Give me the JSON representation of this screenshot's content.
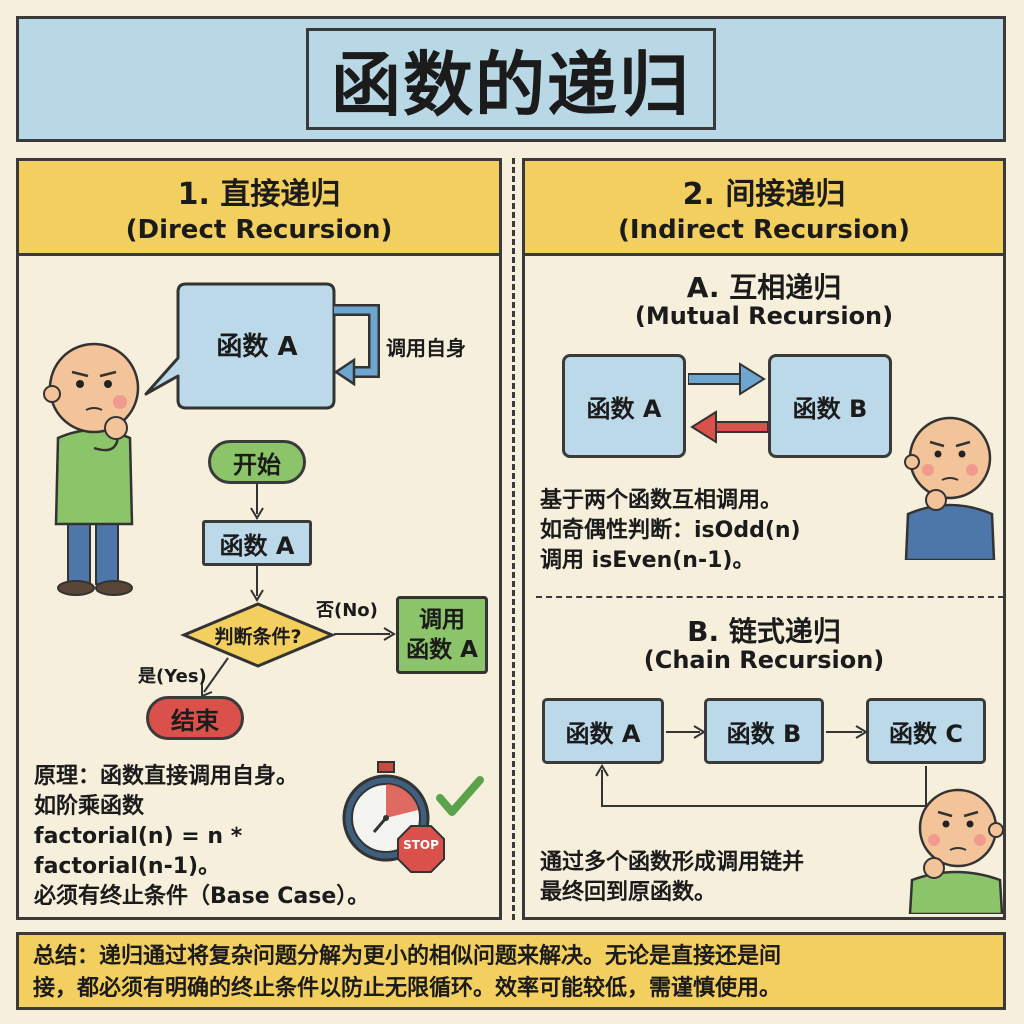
{
  "title": "函数的递归",
  "left_panel": {
    "heading": "1. 直接递归",
    "subheading": "(Direct Recursion)",
    "self_call_box": "函数 A",
    "self_call_label": "调用自身",
    "flow": {
      "start": "开始",
      "func": "函数 A",
      "decision": "判断条件?",
      "no_label": "否(No)",
      "call_box": "调用\n函数 A",
      "yes_label": "是(Yes)",
      "end": "结束"
    },
    "explanation": [
      "原理：函数直接调用自身。",
      "如阶乘函数",
      "factorial(n) = n *",
      "factorial(n-1)。",
      "必须有终止条件（Base Case）。"
    ],
    "stop_sign": "STOP"
  },
  "right_panel": {
    "heading": "2. 间接递归",
    "subheading": "(Indirect Recursion)",
    "mutual": {
      "title": "A. 互相递归",
      "subtitle": "(Mutual Recursion)",
      "box_a": "函数 A",
      "box_b": "函数 B",
      "description": [
        "基于两个函数互相调用。",
        "如奇偶性判断：isOdd(n)",
        "调用 isEven(n-1)。"
      ]
    },
    "chain": {
      "title": "B. 链式递归",
      "subtitle": "(Chain Recursion)",
      "box_a": "函数 A",
      "box_b": "函数 B",
      "box_c": "函数 C",
      "description": [
        "通过多个函数形成调用链并",
        "最终回到原函数。"
      ]
    }
  },
  "summary": [
    "总结：递归通过将复杂问题分解为更小的相似问题来解决。无论是直接还是间",
    "接，都必须有明确的终止条件以防止无限循环。效率可能较低，需谨慎使用。"
  ],
  "colors": {
    "background": "#f6efdc",
    "title_banner": "#b9d8e6",
    "header_yellow": "#f2cf5e",
    "box_blue": "#bcd9ea",
    "start_green": "#8cc46a",
    "end_red": "#d9514a",
    "decision_yellow": "#f2cf5e",
    "arrow_blue": "#6fa6cf",
    "arrow_red": "#d9514a"
  }
}
